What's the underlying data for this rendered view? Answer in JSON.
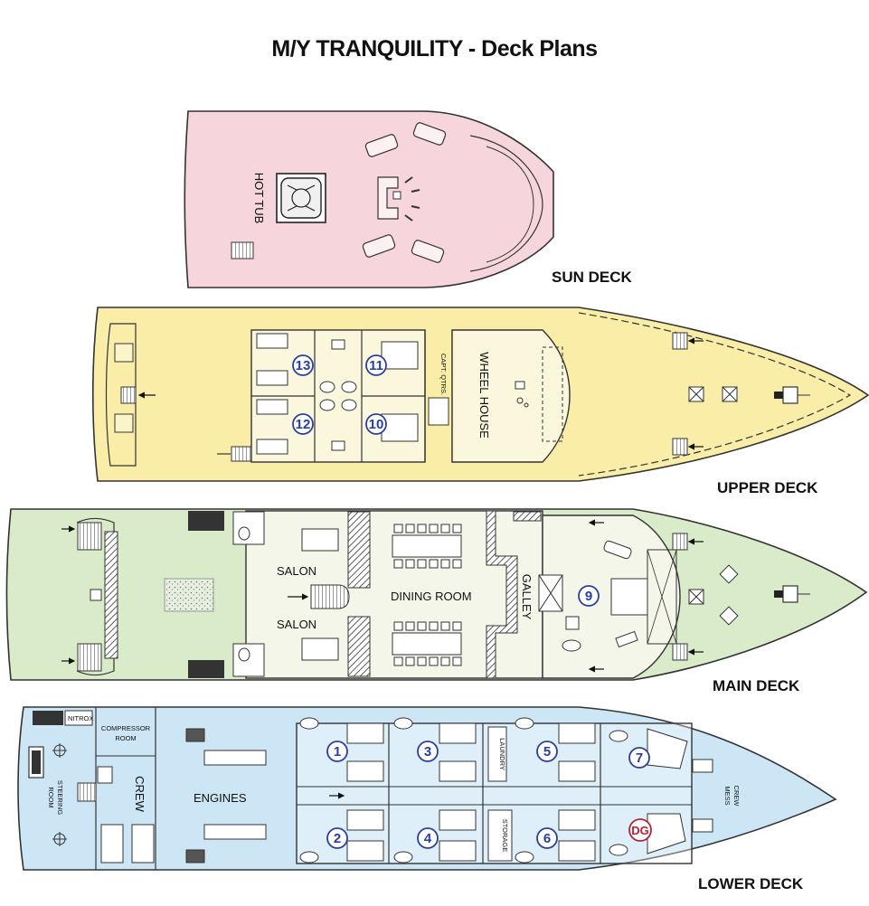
{
  "title": "M/Y TRANQUILITY - Deck Plans",
  "decks": {
    "sun": {
      "label": "SUN DECK",
      "color": "#f6d5dd",
      "hot_tub": "HOT TUB"
    },
    "upper": {
      "label": "UPPER DECK",
      "color": "#f9eda8",
      "wheel_house": "WHEEL HOUSE",
      "capt_qtrs": "CAPT. QTRS.",
      "cabins": [
        "13",
        "11",
        "12",
        "10"
      ]
    },
    "main": {
      "label": "MAIN DECK",
      "color": "#d9ebc9",
      "salon_1": "SALON",
      "salon_2": "SALON",
      "dining_room": "DINING ROOM",
      "galley": "GALLEY",
      "cabins": [
        "9"
      ]
    },
    "lower": {
      "label": "LOWER DECK",
      "color": "#cde6f6",
      "nitrox": "NITROX",
      "compressor_room": [
        "COMPRESSOR",
        "ROOM"
      ],
      "crew": "CREW",
      "steering_room": [
        "STEERING",
        "ROOM"
      ],
      "engines": "ENGINES",
      "laundry": "LAUNDRY",
      "storage": "STORAGE",
      "crew_mess": [
        "CREW",
        "MESS"
      ],
      "cabins": [
        "1",
        "3",
        "5",
        "7",
        "2",
        "4",
        "6"
      ],
      "dg": "DG"
    }
  },
  "colors": {
    "outline": "#333333",
    "cabin_number": "#2a3f9c",
    "dg_badge": "#b0263a",
    "interior": "#f4f6ea"
  }
}
